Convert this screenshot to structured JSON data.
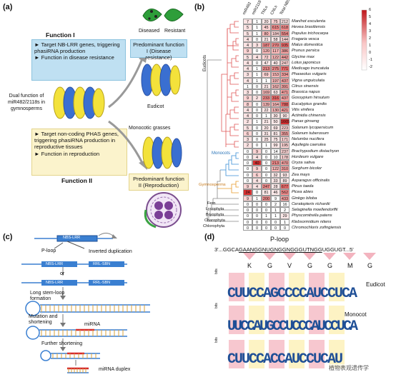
{
  "panels": {
    "a": "(a)",
    "b": "(b)",
    "c": "(c)",
    "d": "(d)"
  },
  "panel_a": {
    "function1_title": "Function I",
    "function1_items": [
      "Target NB-LRR genes, triggering phasiRNA production",
      "Function in disease resistance"
    ],
    "center_label": "Dual function of miR482/2118s in gymnosperms",
    "function2_items": [
      "Target non-coding PHAS genes, triggering phasiRNA production in reproductive tissues",
      "Function in reproduction"
    ],
    "function2_title": "Function II",
    "diseased": "Diseased",
    "resistant": "Resistant",
    "predominant1": "Predominant function I (Disease resistance)",
    "eudicot": "Eudicot",
    "monocotic": "Monocotic grasses",
    "predominant2": "Predominant function II (Reproduction)"
  },
  "panel_b": {
    "columns": [
      "miR482",
      "miR2118",
      "TNLs",
      "CNLs",
      "Total NBS"
    ],
    "legend_ticks": [
      "6",
      "5",
      "4",
      "3",
      "2",
      "1",
      "0",
      "-1",
      "-2"
    ],
    "clades": {
      "eudicots": "Eudicots",
      "monocots": "Monocots",
      "gymnosperms": "Gymnosperms",
      "fern": "Fern",
      "lycophyta": "Lycophyta",
      "bryophyta": "Bryophyta",
      "charophyta": "Charophyta",
      "chlorophyta": "Chlorophyta"
    },
    "rows": [
      {
        "species": "Manihot esculenta",
        "values": [
          "7",
          "1",
          "20",
          "75",
          "212"
        ],
        "colors": [
          "#fbe3e3",
          "#fff",
          "#fde9e9",
          "#fcd3d3",
          "#fbe3e3"
        ]
      },
      {
        "species": "Hevea brasiliensis",
        "values": [
          "5",
          "1",
          "45",
          "615",
          "618"
        ],
        "colors": [
          "#fbe3e3",
          "#fff",
          "#fcd3d3",
          "#f28b8b",
          "#f28b8b"
        ]
      },
      {
        "species": "Populus trichocarpa",
        "values": [
          "5",
          "1",
          "80",
          "184",
          "554"
        ],
        "colors": [
          "#fbe3e3",
          "#fff",
          "#f9b8b8",
          "#fcd3d3",
          "#f28b8b"
        ]
      },
      {
        "species": "Fragaria vesca",
        "values": [
          "4",
          "0",
          "21",
          "58",
          "144"
        ],
        "colors": [
          "#fbe3e3",
          "#fff",
          "#fde9e9",
          "#fde9e9",
          "#fcd3d3"
        ]
      },
      {
        "species": "Malus domestica",
        "values": [
          "4",
          "3",
          "187",
          "270",
          "935"
        ],
        "colors": [
          "#fbe3e3",
          "#fbe3e3",
          "#f28b8b",
          "#f28b8b",
          "#ee6a6a"
        ]
      },
      {
        "species": "Prunus persica",
        "values": [
          "9",
          "0",
          "120",
          "117",
          "386"
        ],
        "colors": [
          "#fcd3d3",
          "#fff",
          "#f9b8b8",
          "#f9b8b8",
          "#f5a0a0"
        ]
      },
      {
        "species": "Glycine max",
        "values": [
          "5",
          "4",
          "72",
          "122",
          "442"
        ],
        "colors": [
          "#fbe3e3",
          "#fbe3e3",
          "#fcd3d3",
          "#f9b8b8",
          "#f5a0a0"
        ]
      },
      {
        "species": "Lotus japonicus",
        "values": [
          "4",
          "0",
          "47",
          "40",
          "247"
        ],
        "colors": [
          "#fbe3e3",
          "#fff",
          "#fde9e9",
          "#fde9e9",
          "#fcd3d3"
        ]
      },
      {
        "species": "Medicago truncatula",
        "values": [
          "4",
          "1",
          "213",
          "275",
          "771"
        ],
        "colors": [
          "#fbe3e3",
          "#fff",
          "#f28b8b",
          "#f28b8b",
          "#ee6a6a"
        ]
      },
      {
        "species": "Phaseolus vulgaris",
        "values": [
          "3",
          "1",
          "69",
          "153",
          "334"
        ],
        "colors": [
          "#fbe3e3",
          "#fff",
          "#fcd3d3",
          "#f9b8b8",
          "#f5a0a0"
        ]
      },
      {
        "species": "Vigna unguiculata",
        "values": [
          "4",
          "1",
          "1",
          "197",
          "437"
        ],
        "colors": [
          "#fbe3e3",
          "#fff",
          "#fff",
          "#f9b8b8",
          "#f5a0a0"
        ]
      },
      {
        "species": "Citrus sinensis",
        "values": [
          "1",
          "0",
          "21",
          "162",
          "391"
        ],
        "colors": [
          "#fff",
          "#fff",
          "#fde9e9",
          "#f9b8b8",
          "#f5a0a0"
        ]
      },
      {
        "species": "Brassica napus",
        "values": [
          "3",
          "0",
          "169",
          "63",
          "471"
        ],
        "colors": [
          "#fbe3e3",
          "#fff",
          "#f9b8b8",
          "#fde9e9",
          "#f5a0a0"
        ]
      },
      {
        "species": "Gossypium hirsutum",
        "values": [
          "9",
          "2",
          "233",
          "316",
          "437"
        ],
        "colors": [
          "#fcd3d3",
          "#fbe3e3",
          "#f28b8b",
          "#ee6a6a",
          "#f5a0a0"
        ]
      },
      {
        "species": "Eucalyptus grandis",
        "values": [
          "8",
          "0",
          "139",
          "164",
          "788"
        ],
        "colors": [
          "#fcd3d3",
          "#fff",
          "#f9b8b8",
          "#f9b8b8",
          "#ee6a6a"
        ]
      },
      {
        "species": "Vitis vinifera",
        "values": [
          "4",
          "0",
          "22",
          "130",
          "421"
        ],
        "colors": [
          "#fbe3e3",
          "#fff",
          "#fde9e9",
          "#f9b8b8",
          "#f5a0a0"
        ]
      },
      {
        "species": "Actinidia chinensis",
        "values": [
          "4",
          "0",
          "1",
          "30",
          "90"
        ],
        "colors": [
          "#fbe3e3",
          "#fff",
          "#fff",
          "#fde9e9",
          "#fde9e9"
        ]
      },
      {
        "species": "Panax ginseng",
        "values": [
          "2",
          "1",
          "21",
          "50",
          "1665"
        ],
        "colors": [
          "#fbe3e3",
          "#fff",
          "#fde9e9",
          "#fde9e9",
          "#d63031"
        ]
      },
      {
        "species": "Solanum lycopersicum",
        "values": [
          "5",
          "0",
          "20",
          "69",
          "223"
        ],
        "colors": [
          "#fbe3e3",
          "#fff",
          "#fde9e9",
          "#fde9e9",
          "#fcd3d3"
        ]
      },
      {
        "species": "Solanum tuberosum",
        "values": [
          "6",
          "0",
          "31",
          "81",
          "355"
        ],
        "colors": [
          "#fcd3d3",
          "#fff",
          "#fde9e9",
          "#fde9e9",
          "#f5a0a0"
        ]
      },
      {
        "species": "Nelumbo nucifera",
        "values": [
          "3",
          "0",
          "25",
          "75",
          "171"
        ],
        "colors": [
          "#fbe3e3",
          "#fff",
          "#fde9e9",
          "#fde9e9",
          "#fcd3d3"
        ]
      },
      {
        "species": "Aquilegia caerulea",
        "values": [
          "2",
          "0",
          "1",
          "99",
          "195"
        ],
        "colors": [
          "#fbe3e3",
          "#fff",
          "#fff",
          "#fde9e9",
          "#fcd3d3"
        ]
      },
      {
        "species": "Brachypodium distachyon",
        "values": [
          "0",
          "9",
          "0",
          "14",
          "237"
        ],
        "colors": [
          "#fff",
          "#fcd3d3",
          "#fff",
          "#fff",
          "#fcd3d3"
        ]
      },
      {
        "species": "Hordeum vulgare",
        "values": [
          "0",
          "4",
          "0",
          "10",
          "178"
        ],
        "colors": [
          "#fff",
          "#fbe3e3",
          "#fff",
          "#fff",
          "#fcd3d3"
        ]
      },
      {
        "species": "Oryza sativa",
        "values": [
          "0",
          "40",
          "0",
          "213",
          "470"
        ],
        "colors": [
          "#fff",
          "#d63031",
          "#fff",
          "#f28b8b",
          "#f5a0a0"
        ]
      },
      {
        "species": "Sorghum bicolor",
        "values": [
          "0",
          "9",
          "0",
          "122",
          "310"
        ],
        "colors": [
          "#fff",
          "#fcd3d3",
          "#fff",
          "#f9b8b8",
          "#f5a0a0"
        ]
      },
      {
        "species": "Zea mays",
        "values": [
          "0",
          "6",
          "0",
          "32",
          "93"
        ],
        "colors": [
          "#fff",
          "#fcd3d3",
          "#fff",
          "#fde9e9",
          "#fde9e9"
        ]
      },
      {
        "species": "Asparagus officinalis",
        "values": [
          "0",
          "4",
          "0",
          "33",
          "89"
        ],
        "colors": [
          "#fff",
          "#fbe3e3",
          "#fff",
          "#fde9e9",
          "#fde9e9"
        ]
      },
      {
        "species": "Pinus taeda",
        "values": [
          "9",
          "4",
          "247",
          "28",
          "677"
        ],
        "colors": [
          "#fcd3d3",
          "#fbe3e3",
          "#f28b8b",
          "#fde9e9",
          "#ee6a6a"
        ]
      },
      {
        "species": "Picea abies",
        "values": [
          "24",
          "0",
          "81",
          "46",
          "562"
        ],
        "colors": [
          "#d63031",
          "#fff",
          "#fde9e9",
          "#fde9e9",
          "#f28b8b"
        ]
      },
      {
        "species": "Ginkgo biloba",
        "values": [
          "9",
          "1",
          "200",
          "9",
          "433"
        ],
        "colors": [
          "#fcd3d3",
          "#fff",
          "#f28b8b",
          "#fff",
          "#f5a0a0"
        ]
      },
      {
        "species": "Ceratopteris richardii",
        "values": [
          "0",
          "0",
          "0",
          "2",
          "16"
        ],
        "colors": [
          "#fff",
          "#fff",
          "#fff",
          "#fff",
          "#fff"
        ]
      },
      {
        "species": "Selaginella moellendorffii",
        "values": [
          "0",
          "0",
          "0",
          "1",
          "2"
        ],
        "colors": [
          "#fff",
          "#fff",
          "#fff",
          "#fff",
          "#fff"
        ]
      },
      {
        "species": "Physcomitrella patens",
        "values": [
          "0",
          "0",
          "1",
          "1",
          "29"
        ],
        "colors": [
          "#fff",
          "#fff",
          "#fff",
          "#fff",
          "#fde9e9"
        ]
      },
      {
        "species": "Klebsormidium nitens",
        "values": [
          "0",
          "0",
          "0",
          "0",
          "1"
        ],
        "colors": [
          "#fff",
          "#fff",
          "#fff",
          "#fff",
          "#fff"
        ]
      },
      {
        "species": "Chromochloris zofingiensis",
        "values": [
          "0",
          "0",
          "0",
          "0",
          "0"
        ],
        "colors": [
          "#fff",
          "#fff",
          "#fff",
          "#fff",
          "#fff"
        ]
      }
    ]
  },
  "panel_c": {
    "nbs_lrr": "NBS-LRR",
    "p_loop": "P-loop",
    "inverted_duplication": "Inverted duplication",
    "seg_nbs": "NBS-LRR",
    "seg_rrl": "RRL-SBN",
    "or_text": "or",
    "long_stem": "Long stem-loop formation",
    "mutation": "Mutation and shortening",
    "mirna": "miRNA",
    "further": "Further shortening",
    "duplex": "miRNA duplex"
  },
  "panel_d": {
    "title": "P-loop",
    "seq_left": "3'...GGCA",
    "codons": [
      "GAA",
      "NGG",
      "NUG",
      "NGG",
      "NGG",
      "GUT",
      "NGG"
    ],
    "seq_right": "UGGUGT...5'",
    "aa": [
      "K",
      "G",
      "V",
      "G",
      "G",
      "M",
      "G"
    ],
    "eudicot": "Eudicot",
    "monocot": "Monocot",
    "bits": "bits",
    "y_ticks": [
      "2.0",
      "1.0",
      "0.0"
    ],
    "logo_eudicot": "CUUCCAGCCCCAUCCUCA",
    "logo_monocot": "UUCCAUGCCUCCCAUCCUCA",
    "logo_gymno": "CUUCCACCAUCCUCAU",
    "watermark": "植物表观遗传学"
  }
}
